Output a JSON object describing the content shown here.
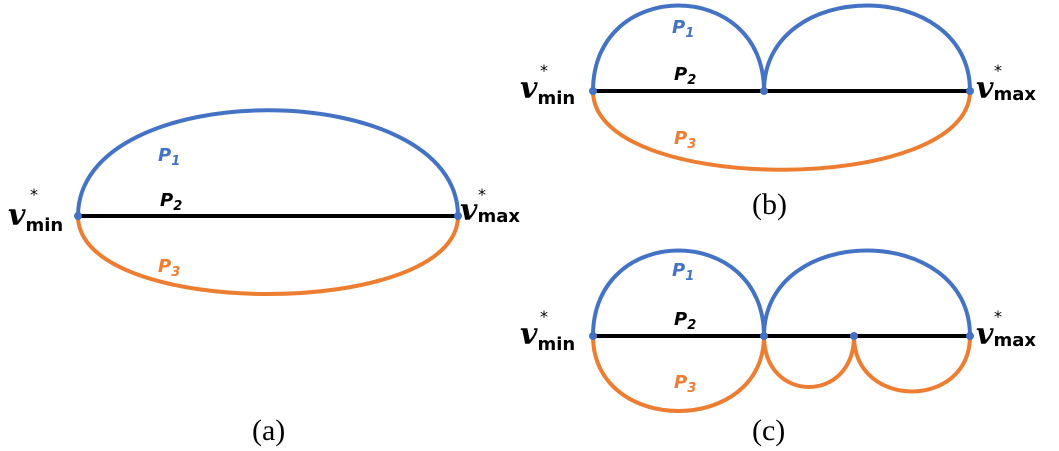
{
  "colors": {
    "p1": "#4472C4",
    "p2": "#000000",
    "p3": "#ED7D31",
    "node": "#4472C4"
  },
  "labels": {
    "p": "P",
    "p1_sub": "1",
    "p2_sub": "2",
    "p3_sub": "3",
    "v": "v",
    "star": "*",
    "min": "min",
    "max": "max"
  },
  "captions": {
    "a": "(a)",
    "b": "(b)",
    "c": "(c)"
  }
}
